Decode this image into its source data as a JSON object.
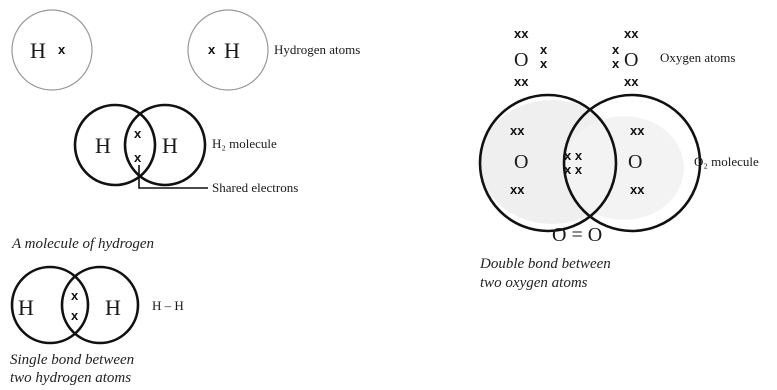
{
  "left": {
    "atoms": {
      "atom1_symbol": "H",
      "atom1_electron": "x",
      "atom2_symbol": "H",
      "atom2_electron": "x",
      "label": "Hydrogen atoms"
    },
    "molecule": {
      "left_symbol": "H",
      "right_symbol": "H",
      "shared_top": "x",
      "shared_bottom": "x",
      "label": "H₂ molecule",
      "shared_label": "Shared electrons"
    },
    "caption_molecule": "A molecule of hydrogen",
    "single_bond": {
      "left_symbol": "H",
      "right_symbol": "H",
      "shared_top": "x",
      "shared_bottom": "x",
      "formula": "H – H"
    },
    "caption_single_line1": "Single bond between",
    "caption_single_line2": "two hydrogen atoms"
  },
  "right": {
    "atoms": {
      "atom1_symbol": "O",
      "atom2_symbol": "O",
      "electron_pair": "xx",
      "electron": "x",
      "label": "Oxygen atoms"
    },
    "molecule": {
      "left_symbol": "O",
      "right_symbol": "O",
      "electron_pair": "xx",
      "shared_pair": "x x",
      "label": "O₂ molecule"
    },
    "formula": "O = O",
    "caption_line1": "Double bond between",
    "caption_line2": "two oxygen atoms"
  }
}
